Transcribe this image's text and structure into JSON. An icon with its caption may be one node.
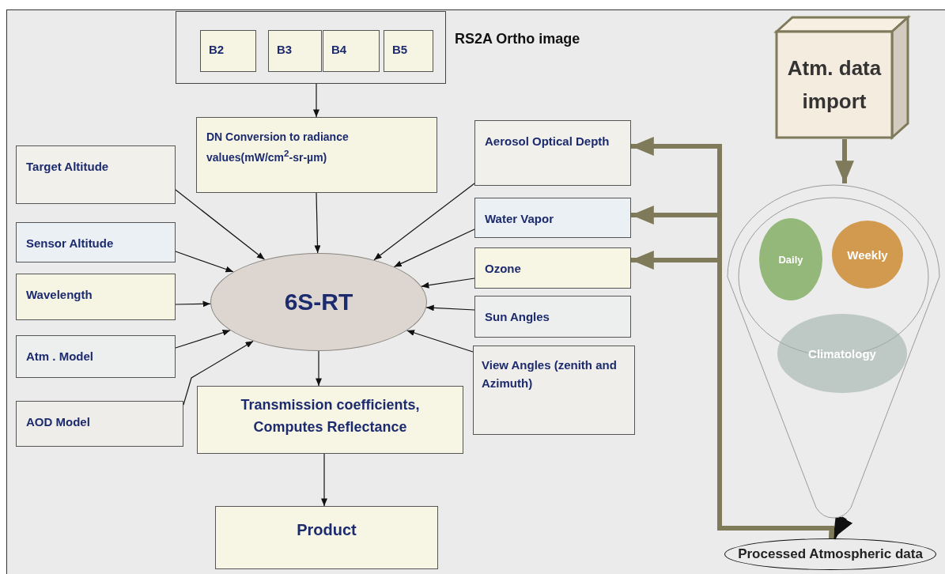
{
  "diagram": {
    "nodes": [
      {
        "text": [
          "RS2A Ortho image"
        ]
      },
      {
        "text": [
          "B2"
        ],
        "in": 0
      },
      {
        "text": [
          "B3"
        ],
        "in": 0
      },
      {
        "text": [
          "B4"
        ],
        "in": 0
      },
      {
        "text": [
          "B5"
        ],
        "in": 0
      },
      {
        "text": [
          "DN Conversion to radiance values(mW/cm$^{2}$-sr-µm)"
        ]
      },
      {
        "text": [
          "Target Altitude"
        ]
      },
      {
        "text": [
          "Sensor Altitude"
        ]
      },
      {
        "text": [
          "Wavelength"
        ]
      },
      {
        "text": [
          "Atm . Model"
        ]
      },
      {
        "text": [
          "AOD Model"
        ]
      },
      {
        "text": [
          "6S-RT"
        ]
      },
      {
        "text": [
          "Aerosol Optical Depth"
        ]
      },
      {
        "text": [
          "Water Vapor"
        ]
      },
      {
        "text": [
          "Ozone"
        ]
      },
      {
        "text": [
          "Sun Angles"
        ]
      },
      {
        "text": [
          "View Angles (zenith and Azimuth)"
        ]
      },
      {
        "text": [
          "Transmission coefficients, Computes Reflectance"
        ]
      },
      {
        "text": [
          "Product"
        ]
      },
      {
        "text": [
          "Atm. data import"
        ]
      },
      {
        "text": [],
        "shape": "funnel"
      },
      {
        "text": [
          "Daily"
        ],
        "in": 20
      },
      {
        "text": [
          "Weekly"
        ],
        "in": 20
      },
      {
        "text": [
          "Climatology"
        ],
        "in": 20
      },
      {
        "text": [
          "Processed Atmospheric data"
        ]
      }
    ],
    "edges": [
      {
        "from": 0,
        "to": 5,
        "arrow": "to"
      },
      {
        "from": 5,
        "to": 11,
        "arrow": "to"
      },
      {
        "from": 6,
        "to": 11,
        "arrow": "to"
      },
      {
        "from": 7,
        "to": 11,
        "arrow": "to"
      },
      {
        "from": 8,
        "to": 11,
        "arrow": "to"
      },
      {
        "from": 9,
        "to": 11,
        "arrow": "to"
      },
      {
        "from": 10,
        "to": 11,
        "arrow": "to"
      },
      {
        "from": 12,
        "to": 11,
        "arrow": "to"
      },
      {
        "from": 13,
        "to": 11,
        "arrow": "to"
      },
      {
        "from": 14,
        "to": 11,
        "arrow": "to"
      },
      {
        "from": 15,
        "to": 11,
        "arrow": "to"
      },
      {
        "from": 16,
        "to": 11,
        "arrow": "to"
      },
      {
        "from": 11,
        "to": 17,
        "arrow": "to"
      },
      {
        "from": 17,
        "to": 18,
        "arrow": "to"
      },
      {
        "from": 19,
        "to": 20,
        "arrow": "to",
        "style": "thick",
        "color": "#7f7a5a"
      },
      {
        "from": 20,
        "to": 24,
        "arrow": "to",
        "style": "thick"
      },
      {
        "from": 24,
        "to": 12,
        "arrow": "to",
        "style": "thick",
        "color": "#7f7a5a"
      },
      {
        "from": 24,
        "to": 13,
        "arrow": "to",
        "style": "thick",
        "color": "#7f7a5a"
      },
      {
        "from": 24,
        "to": 14,
        "arrow": "to",
        "style": "thick",
        "color": "#7f7a5a"
      }
    ]
  }
}
